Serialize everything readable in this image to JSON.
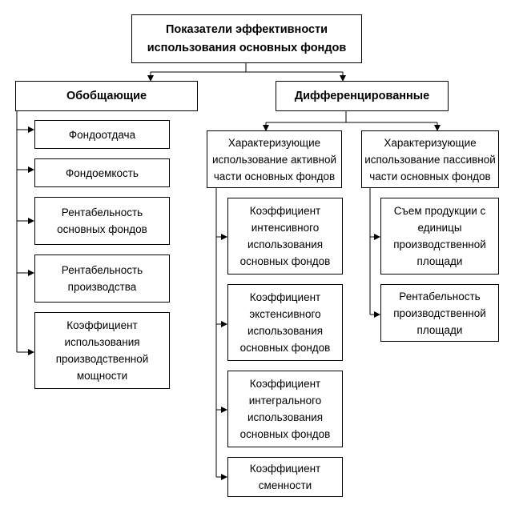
{
  "title": "Показатели эффективности\nиспользования основных фондов",
  "groups": {
    "general": "Обобщающие",
    "differentiated": "Дифференцированные"
  },
  "general_items": [
    "Фондоотдача",
    "Фондоемкость",
    "Рентабельность\nосновных фондов",
    "Рентабельность\nпроизводства",
    "Коэффициент\nиспользования\nпроизводственной\nмощности"
  ],
  "active": {
    "label": "Характеризующие\nиспользование активной\nчасти основных фондов",
    "items": [
      "Коэффициент\nинтенсивного\nиспользования\nосновных фондов",
      "Коэффициент\nэкстенсивного\nиспользования\nосновных фондов",
      "Коэффициент\nинтегрального\nиспользования\nосновных фондов",
      "Коэффициент\nсменности"
    ]
  },
  "passive": {
    "label": "Характеризующие\nиспользование пассивной\nчасти основных фондов",
    "items": [
      "Съем продукции с\nединицы\nпроизводственной\nплощади",
      "Рентабельность\nпроизводственной\nплощади"
    ]
  }
}
